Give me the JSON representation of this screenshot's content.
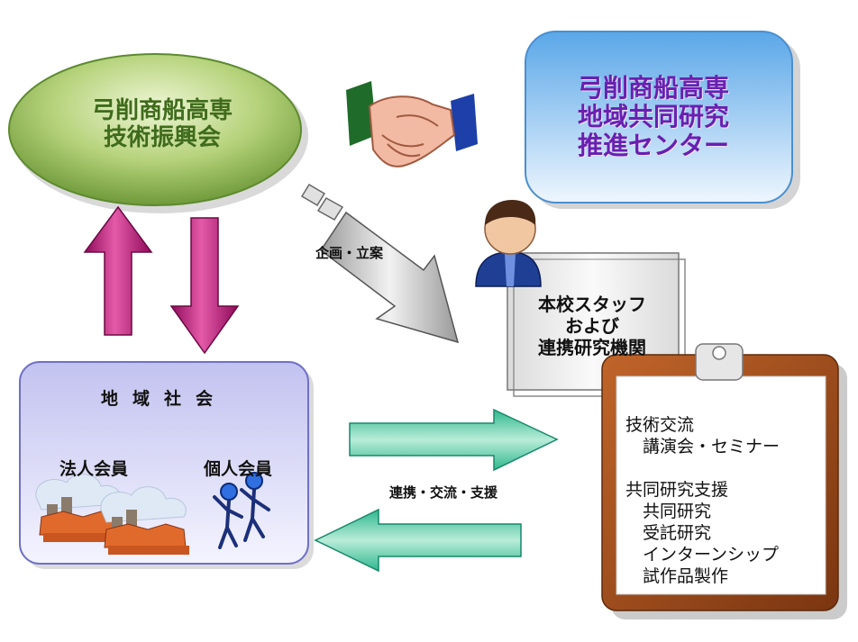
{
  "org": {
    "promotion_society": "弓削商船高専\n技術振興会",
    "research_center": "弓削商船高専\n地域共同研究\n推進センター"
  },
  "staff": {
    "label": "本校スタッフ\nおよび\n連携研究機関"
  },
  "community": {
    "title": "地域社会",
    "corporate_members": "法人会員",
    "individual_members": "個人会員"
  },
  "arrows": {
    "planning": "企画・立案",
    "cooperation": "連携・交流・支援"
  },
  "activities": {
    "lines": [
      "技術交流",
      "　講演会・セミナー",
      "",
      "共同研究支援",
      "　共同研究",
      "　受託研究",
      "　インターンシップ",
      "　試作品製作"
    ]
  }
}
